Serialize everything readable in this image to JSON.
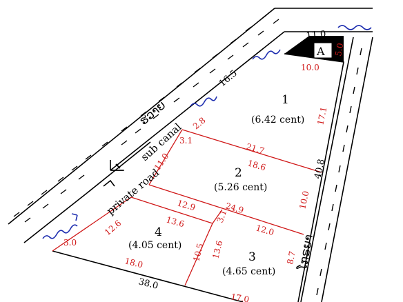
{
  "canal": {
    "label": "sub canal",
    "road_name_left": "ຮວາຍ",
    "road_name_right": "ໂກຣຍາ"
  },
  "private_road": {
    "label": "private road"
  },
  "corner": {
    "label": "A",
    "side_top": "11.0",
    "side_right": "5.0",
    "side_bottom": "10.0"
  },
  "plots": [
    {
      "number": "1",
      "area": "(6.42 cent)"
    },
    {
      "number": "2",
      "area": "(5.26 cent)"
    },
    {
      "number": "3",
      "area": "(4.65 cent)"
    },
    {
      "number": "4",
      "area": "(4.05 cent)"
    }
  ],
  "measurements": {
    "canal_side": "16.5",
    "bottom_total": "38.0",
    "right_total": "40.8",
    "p1_right": "17.1",
    "p1_left_top": "2.8",
    "p1_left_bottom": "3.1",
    "p1_bottom": "21.7",
    "p2_top": "18.6",
    "p2_left": "11.0",
    "p2_bottom_left": "12.9",
    "p2_bottom_right": "24.9",
    "p2_right": "10.0",
    "p4_top": "13.6",
    "p4_left": "12.6",
    "p4_notch": "3.0",
    "p4_bottom": "18.0",
    "p4_right": "10.5",
    "p3_left": "13.6",
    "p3_top": "12.0",
    "p3_right": "8.7",
    "p3_bottom": "17.0",
    "small_3_1": "3.1"
  }
}
